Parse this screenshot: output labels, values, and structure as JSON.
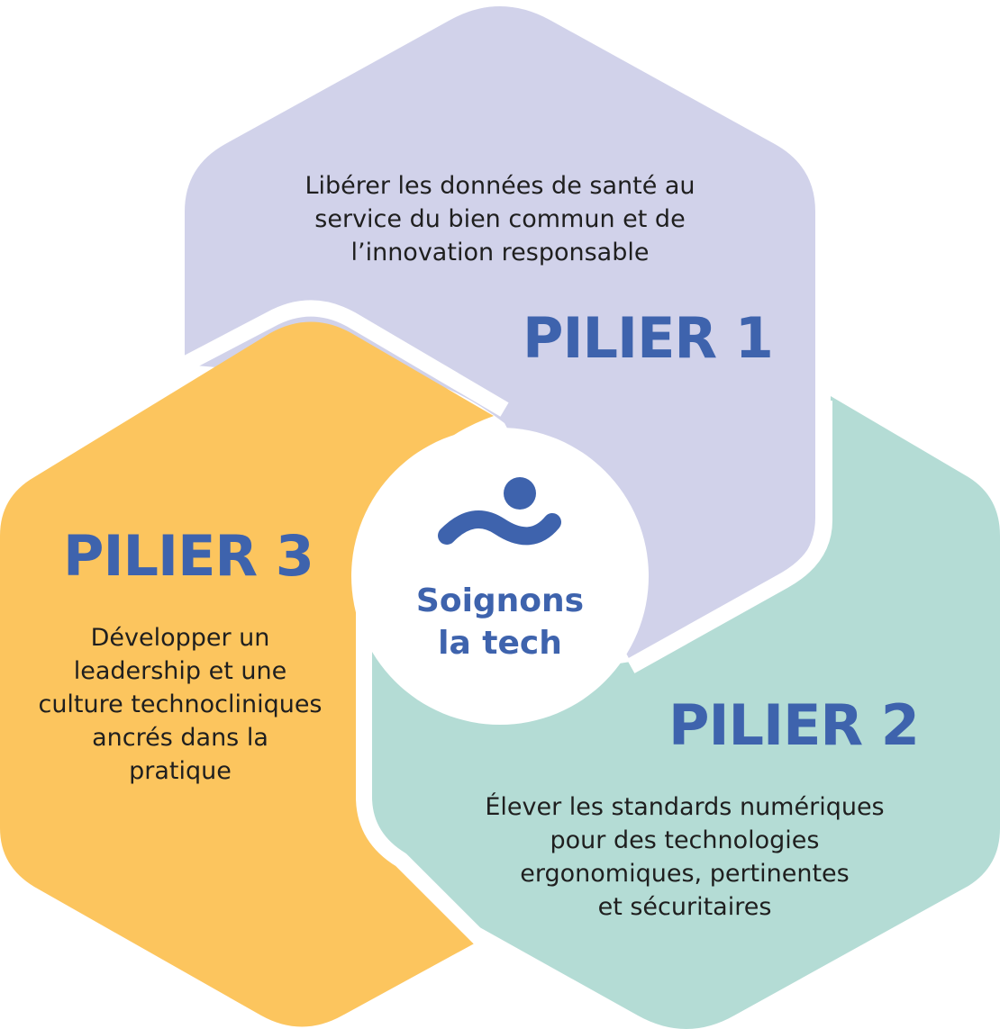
{
  "colors": {
    "pillar1": "#d1d2ea",
    "pillar2": "#b4dcd5",
    "pillar3": "#fcc55e",
    "title": "#3e63ad",
    "center": "#ffffff",
    "separator": "#ffffff"
  },
  "center": {
    "logo_icon": "person-wave-icon",
    "line1": "Soignons",
    "line2": "la tech"
  },
  "pillars": [
    {
      "title": "PILIER 1",
      "lines": [
        "Libérer les données de santé au",
        "service du bien commun et de",
        "l’innovation responsable"
      ]
    },
    {
      "title": "PILIER 2",
      "lines": [
        "Élever les standards numériques",
        "pour des technologies",
        "ergonomiques, pertinentes",
        "et sécuritaires"
      ]
    },
    {
      "title": "PILIER 3",
      "lines": [
        "Développer un",
        "leadership et une",
        "culture technocliniques",
        "ancrés dans la",
        "pratique"
      ]
    }
  ]
}
